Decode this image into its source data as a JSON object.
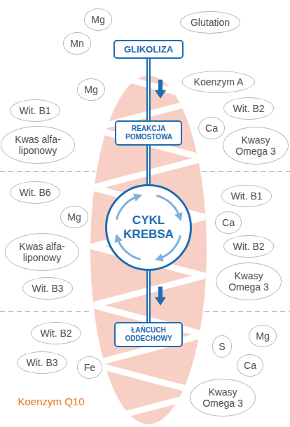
{
  "diagram": {
    "nodes": [
      {
        "text": [
          "Mg"
        ]
      },
      {
        "text": [
          "Glutation"
        ]
      },
      {
        "text": [
          "Mn"
        ]
      },
      {
        "text": [
          "GLIKOLIZA"
        ]
      },
      {
        "text": [
          "Koenzym A"
        ]
      },
      {
        "text": [
          "Mg"
        ]
      },
      {
        "text": [
          "Wit. B2"
        ]
      },
      {
        "text": [
          "Wit. B1"
        ]
      },
      {
        "text": [
          "Ca"
        ]
      },
      {
        "text": [
          "REAKCJA POMOSTOWA"
        ]
      },
      {
        "text": [
          "Kwas alfa-liponowy"
        ]
      },
      {
        "text": [
          "Kwasy Omega 3"
        ]
      },
      {
        "text": [
          "Wit. B6"
        ]
      },
      {
        "text": [
          "Wit. B1"
        ]
      },
      {
        "text": [
          "Mg"
        ]
      },
      {
        "text": [
          "Ca"
        ]
      },
      {
        "text": [
          "CYKL KREBSA"
        ]
      },
      {
        "text": [
          "Wit. B2"
        ]
      },
      {
        "text": [
          "Kwas alfa-liponowy"
        ]
      },
      {
        "text": [
          "Kwasy Omega 3"
        ]
      },
      {
        "text": [
          "Wit. B3"
        ]
      },
      {
        "text": [
          "Wit. B2"
        ]
      },
      {
        "text": [
          "ŁAŃCUCH ODDECHOWY"
        ]
      },
      {
        "text": [
          "Mg"
        ]
      },
      {
        "text": [
          "S"
        ]
      },
      {
        "text": [
          "Wit. B3"
        ]
      },
      {
        "text": [
          "Ca"
        ]
      },
      {
        "text": [
          "Fe"
        ]
      },
      {
        "text": [
          "Kwasy Omega 3"
        ]
      }
    ],
    "edges": [
      {
        "from": 3,
        "to": 9,
        "arrow": "to"
      },
      {
        "from": 9,
        "to": 16,
        "arrow": "none"
      },
      {
        "from": 16,
        "to": 22,
        "arrow": "to"
      }
    ],
    "labels": [
      "Koenzym Q10"
    ]
  }
}
